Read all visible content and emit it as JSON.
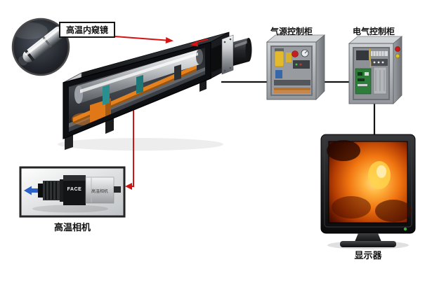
{
  "diagram": {
    "type": "system-connection-diagram",
    "labels": {
      "endoscope": "高温内窥镜",
      "air_cabinet": "气源控制柜",
      "electric_cabinet": "电气控制柜",
      "camera_caption": "高温相机",
      "camera_body_text": "高温相机",
      "camera_brand": "FACE",
      "monitor": "显示器"
    },
    "colors": {
      "background": "#ffffff",
      "connector_red": "#d31414",
      "connector_black": "#141414",
      "accent_blue": "#2a62c8",
      "machine_body": "#101114",
      "accent_orange": "#e07818",
      "accent_teal": "#2a8f8f",
      "screen_glow": "#f07410"
    },
    "nodes": [
      {
        "id": "endoscope-inset",
        "label": "高温内窥镜"
      },
      {
        "id": "machine-unit",
        "label": ""
      },
      {
        "id": "air-cabinet",
        "label": "气源控制柜"
      },
      {
        "id": "electric-cabinet",
        "label": "电气控制柜"
      },
      {
        "id": "camera-inset",
        "label": "高温相机"
      },
      {
        "id": "monitor",
        "label": "显示器"
      }
    ],
    "connections": [
      {
        "from": "endoscope-label",
        "to": "machine-unit",
        "style": "red-arrow"
      },
      {
        "from": "machine-unit",
        "to": "camera-inset",
        "style": "red-line-arrow"
      },
      {
        "from": "machine-unit",
        "to": "air-cabinet",
        "style": "black-line"
      },
      {
        "from": "air-cabinet",
        "to": "electric-cabinet",
        "style": "black-line"
      },
      {
        "from": "electric-cabinet",
        "to": "monitor",
        "style": "black-line"
      }
    ]
  }
}
